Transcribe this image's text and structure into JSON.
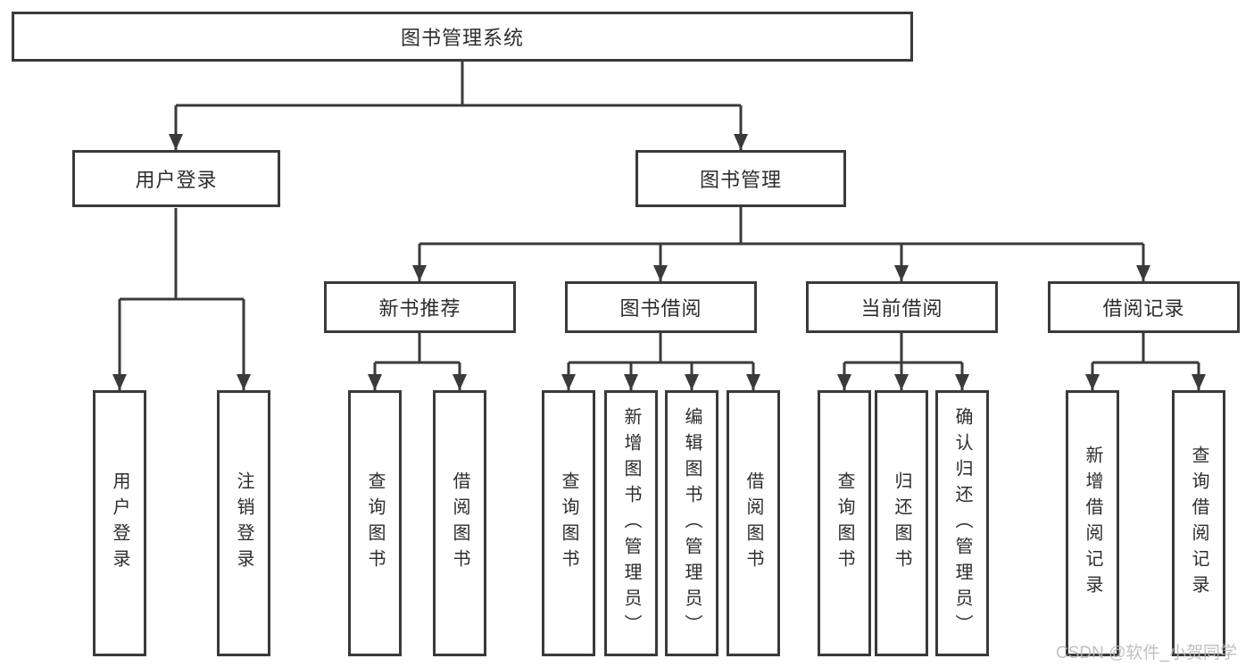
{
  "diagram": {
    "root": "图书管理系统",
    "level2": [
      "用户登录",
      "图书管理"
    ],
    "level3": [
      "新书推荐",
      "图书借阅",
      "当前借阅",
      "借阅记录"
    ],
    "leaves": {
      "user_login": [
        "用户登录",
        "注销登录"
      ],
      "new_book": [
        "查询图书",
        "借阅图书"
      ],
      "book_borrow": [
        "查询图书",
        "新增图书（管理员）",
        "编辑图书（管理员）",
        "借阅图书"
      ],
      "current_borrow": [
        "查询图书",
        "归还图书",
        "确认归还（管理员）"
      ],
      "borrow_record": [
        "新增借阅记录",
        "查询借阅记录"
      ]
    }
  },
  "watermark": "CSDN @软件_小贺同学",
  "colors": {
    "line": "#3a3a3a",
    "text": "#2d2d2d",
    "watermark": "#b9b9b9",
    "background": "#ffffff"
  }
}
